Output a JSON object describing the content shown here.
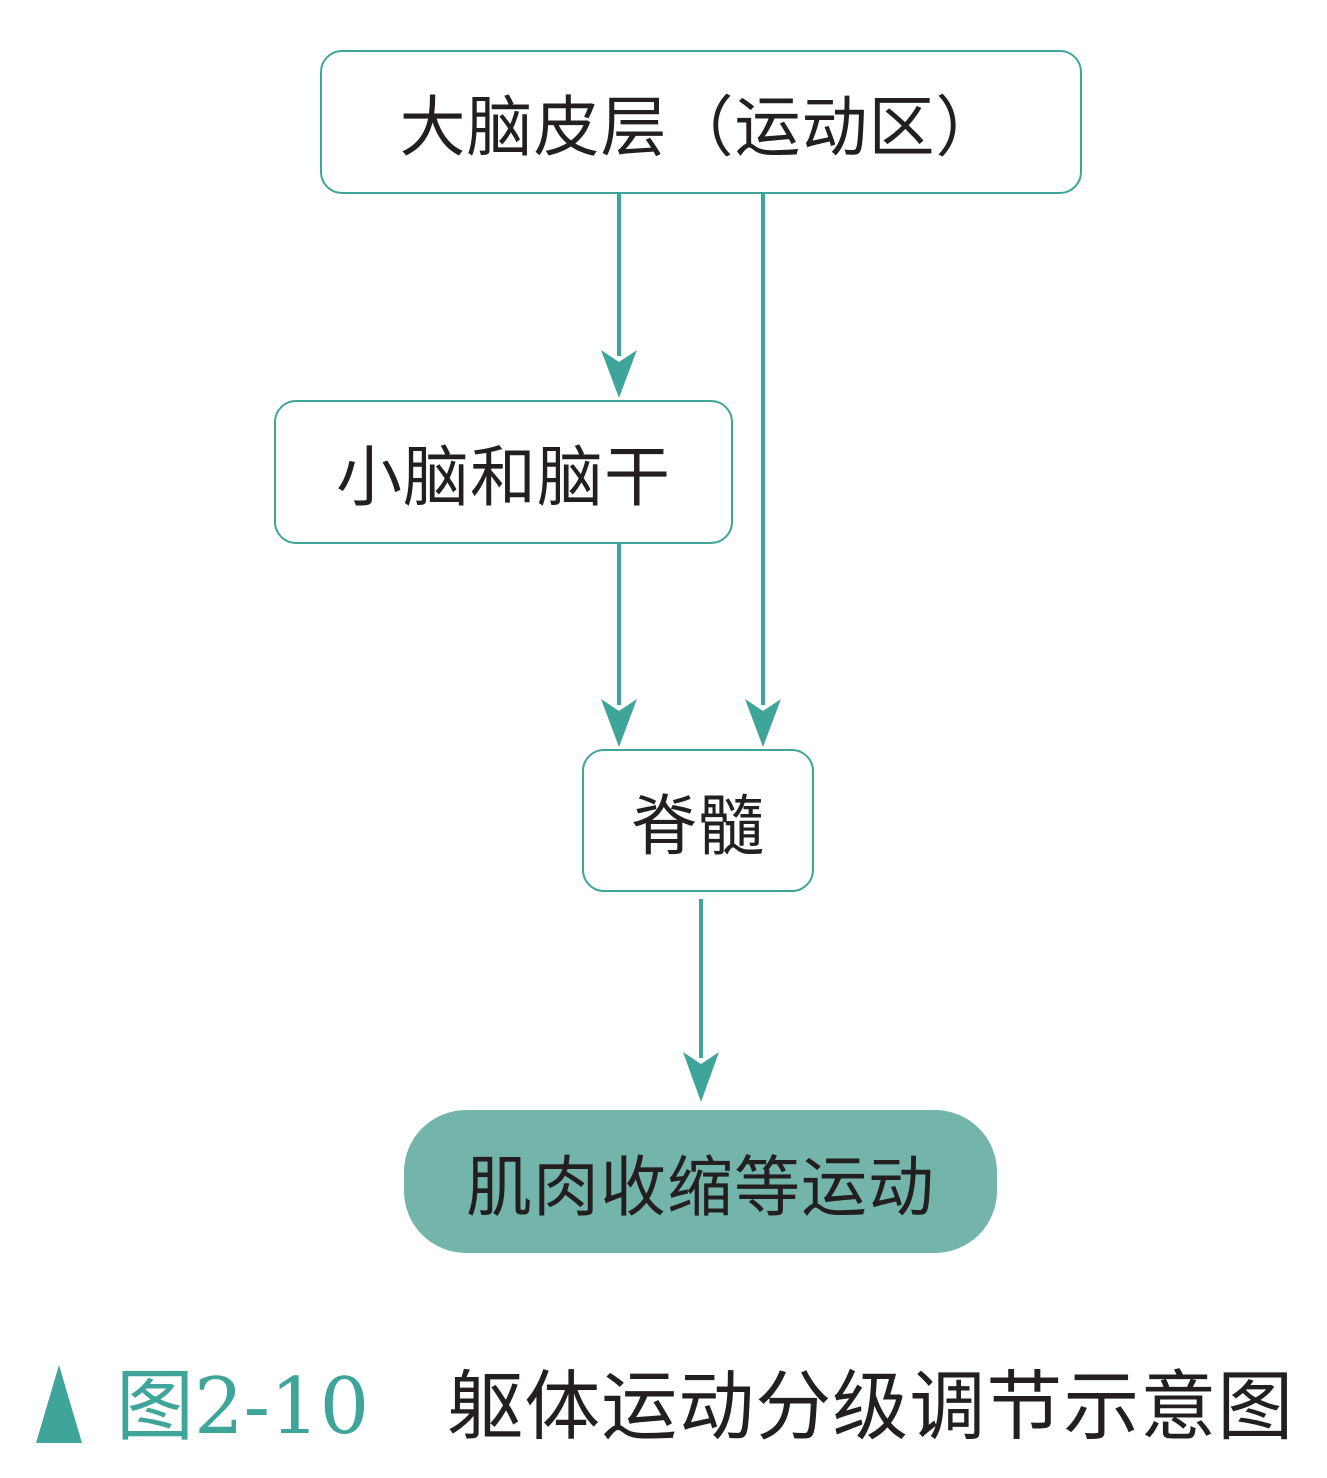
{
  "diagram": {
    "nodes": [
      {
        "id": "cortex",
        "label": "大脑皮层（运动区）"
      },
      {
        "id": "cerebellum",
        "label": "小脑和脑干"
      },
      {
        "id": "spinal",
        "label": "脊髓"
      },
      {
        "id": "muscle",
        "label": "肌肉收缩等运动"
      }
    ],
    "edges": [
      {
        "from": "大脑皮层（运动区）",
        "to": "小脑和脑干"
      },
      {
        "from": "大脑皮层（运动区）",
        "to": "脊髓"
      },
      {
        "from": "小脑和脑干",
        "to": "脊髓"
      },
      {
        "from": "脊髓",
        "to": "肌肉收缩等运动"
      }
    ],
    "colors": {
      "accent": "#3fa49a",
      "highlight_fill": "#74b5ab",
      "text": "#231f20"
    }
  },
  "caption": {
    "marker_icon": "triangle-marker-icon",
    "number": "图2-10",
    "title": "躯体运动分级调节示意图"
  }
}
